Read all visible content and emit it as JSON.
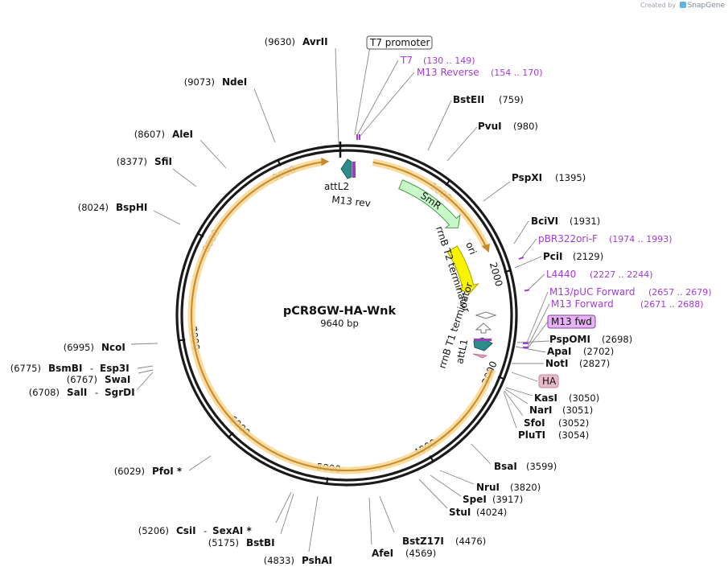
{
  "credit": {
    "prefix": "Created by",
    "brand": "SnapGene"
  },
  "plasmid": {
    "name": "pCR8GW-HA-Wnk",
    "length_label": "9640 bp",
    "length": 9640
  },
  "ticks": [
    {
      "pos": 1000,
      "label": "1000"
    },
    {
      "pos": 2000,
      "label": "2000"
    },
    {
      "pos": 3000,
      "label": "3000"
    },
    {
      "pos": 4000,
      "label": "4000"
    },
    {
      "pos": 5000,
      "label": "5000"
    },
    {
      "pos": 6000,
      "label": "6000"
    },
    {
      "pos": 7000,
      "label": "7000"
    },
    {
      "pos": 8000,
      "label": "8000"
    },
    {
      "pos": 9000,
      "label": "9000"
    }
  ],
  "sites": [
    {
      "name": "AvrII",
      "pos": 9630,
      "pos_label": "(9630)",
      "side": "left"
    },
    {
      "name": "NdeI",
      "pos": 9073,
      "pos_label": "(9073)",
      "side": "left"
    },
    {
      "name": "AleI",
      "pos": 8607,
      "pos_label": "(8607)",
      "side": "left"
    },
    {
      "name": "SfiI",
      "pos": 8377,
      "pos_label": "(8377)",
      "side": "left"
    },
    {
      "name": "BspHI",
      "pos": 8024,
      "pos_label": "(8024)",
      "side": "left"
    },
    {
      "name": "NcoI",
      "pos": 6995,
      "pos_label": "(6995)",
      "side": "left"
    },
    {
      "name": "BsmBI",
      "name2": "Esp3I",
      "pos": 6775,
      "pos_label": "(6775)",
      "side": "left"
    },
    {
      "name": "SwaI",
      "pos": 6767,
      "pos_label": "(6767)",
      "side": "left"
    },
    {
      "name": "SalI",
      "name2": "SgrDI",
      "pos": 6708,
      "pos_label": "(6708)",
      "side": "left"
    },
    {
      "name": "PfoI *",
      "pos": 6029,
      "pos_label": "(6029)",
      "side": "left"
    },
    {
      "name": "CsiI",
      "name2": "SexAI *",
      "pos": 5206,
      "pos_label": "(5206)",
      "side": "left"
    },
    {
      "name": "BstBI",
      "pos": 5175,
      "pos_label": "(5175)",
      "side": "left"
    },
    {
      "name": "PshAI",
      "pos": 4833,
      "pos_label": "(4833)",
      "side": "left"
    },
    {
      "name": "AfeI",
      "pos": 4569,
      "pos_label": "(4569)",
      "side": "right"
    },
    {
      "name": "BstZ17I",
      "pos": 4476,
      "pos_label": "(4476)",
      "side": "right"
    },
    {
      "name": "StuI",
      "pos": 4024,
      "pos_label": "(4024)",
      "side": "right"
    },
    {
      "name": "SpeI",
      "pos": 3917,
      "pos_label": "(3917)",
      "side": "right"
    },
    {
      "name": "NruI",
      "pos": 3820,
      "pos_label": "(3820)",
      "side": "right"
    },
    {
      "name": "BsaI",
      "pos": 3599,
      "pos_label": "(3599)",
      "side": "right"
    },
    {
      "name": "PluTI",
      "pos": 3054,
      "pos_label": "(3054)",
      "side": "right"
    },
    {
      "name": "SfoI",
      "pos": 3052,
      "pos_label": "(3052)",
      "side": "right"
    },
    {
      "name": "NarI",
      "pos": 3051,
      "pos_label": "(3051)",
      "side": "right"
    },
    {
      "name": "KasI",
      "pos": 3050,
      "pos_label": "(3050)",
      "side": "right"
    },
    {
      "name": "NotI",
      "pos": 2827,
      "pos_label": "(2827)",
      "side": "right"
    },
    {
      "name": "ApaI",
      "pos": 2702,
      "pos_label": "(2702)",
      "side": "right"
    },
    {
      "name": "PspOMI",
      "pos": 2698,
      "pos_label": "(2698)",
      "side": "right"
    },
    {
      "name": "PciI",
      "pos": 2129,
      "pos_label": "(2129)",
      "side": "right"
    },
    {
      "name": "BciVI",
      "pos": 1931,
      "pos_label": "(1931)",
      "side": "right"
    },
    {
      "name": "PspXI",
      "pos": 1395,
      "pos_label": "(1395)",
      "side": "right"
    },
    {
      "name": "PvuI",
      "pos": 980,
      "pos_label": "(980)",
      "side": "right"
    },
    {
      "name": "BstEII",
      "pos": 759,
      "pos_label": "(759)",
      "side": "right"
    }
  ],
  "primers": [
    {
      "name": "T7",
      "range": "(130 .. 149)",
      "start": 130,
      "end": 149
    },
    {
      "name": "M13 Reverse",
      "range": "(154 .. 170)",
      "start": 154,
      "end": 170
    },
    {
      "name": "pBR322ori-F",
      "range": "(1974 .. 1993)",
      "start": 1974,
      "end": 1993
    },
    {
      "name": "L4440",
      "range": "(2227 .. 2244)",
      "start": 2227,
      "end": 2244
    },
    {
      "name": "M13/pUC Forward",
      "range": "(2657 .. 2679)",
      "start": 2657,
      "end": 2679
    },
    {
      "name": "M13 Forward",
      "range": "(2671 .. 2688)",
      "start": 2671,
      "end": 2688
    }
  ],
  "boxed_labels": [
    {
      "text": "T7 promoter",
      "color": "#ffffff",
      "border": "#555555"
    },
    {
      "text": "M13 fwd",
      "color": "#e6b3f2",
      "border": "#8a3da8"
    },
    {
      "text": "HA",
      "color": "#e8b9c8",
      "border": "#c08aa0"
    }
  ],
  "features": [
    {
      "name": "SmR",
      "start": 600,
      "end": 1390,
      "color": "#c8f7c8",
      "stroke": "#4a9a4a"
    },
    {
      "name": "ori",
      "start": 1550,
      "end": 2140,
      "color": "#f8f400",
      "stroke": "#a9a000"
    },
    {
      "name": "attL2",
      "color": "#2e8b8b"
    },
    {
      "name": "M13 rev",
      "color": "#9b3fbf"
    },
    {
      "name": "rrnB T2 terminator",
      "color": "#ffffff"
    },
    {
      "name": "rrnB T1 terminator",
      "color": "#ffffff"
    },
    {
      "name": "attL1",
      "color": "#2e8b8b"
    }
  ],
  "insert_arc": {
    "start": 2960,
    "end": 9420,
    "color": "#f5c46a"
  },
  "colors": {
    "backbone": "#1a1a1a",
    "leader": "#777777",
    "primer": "#a23ad8"
  }
}
